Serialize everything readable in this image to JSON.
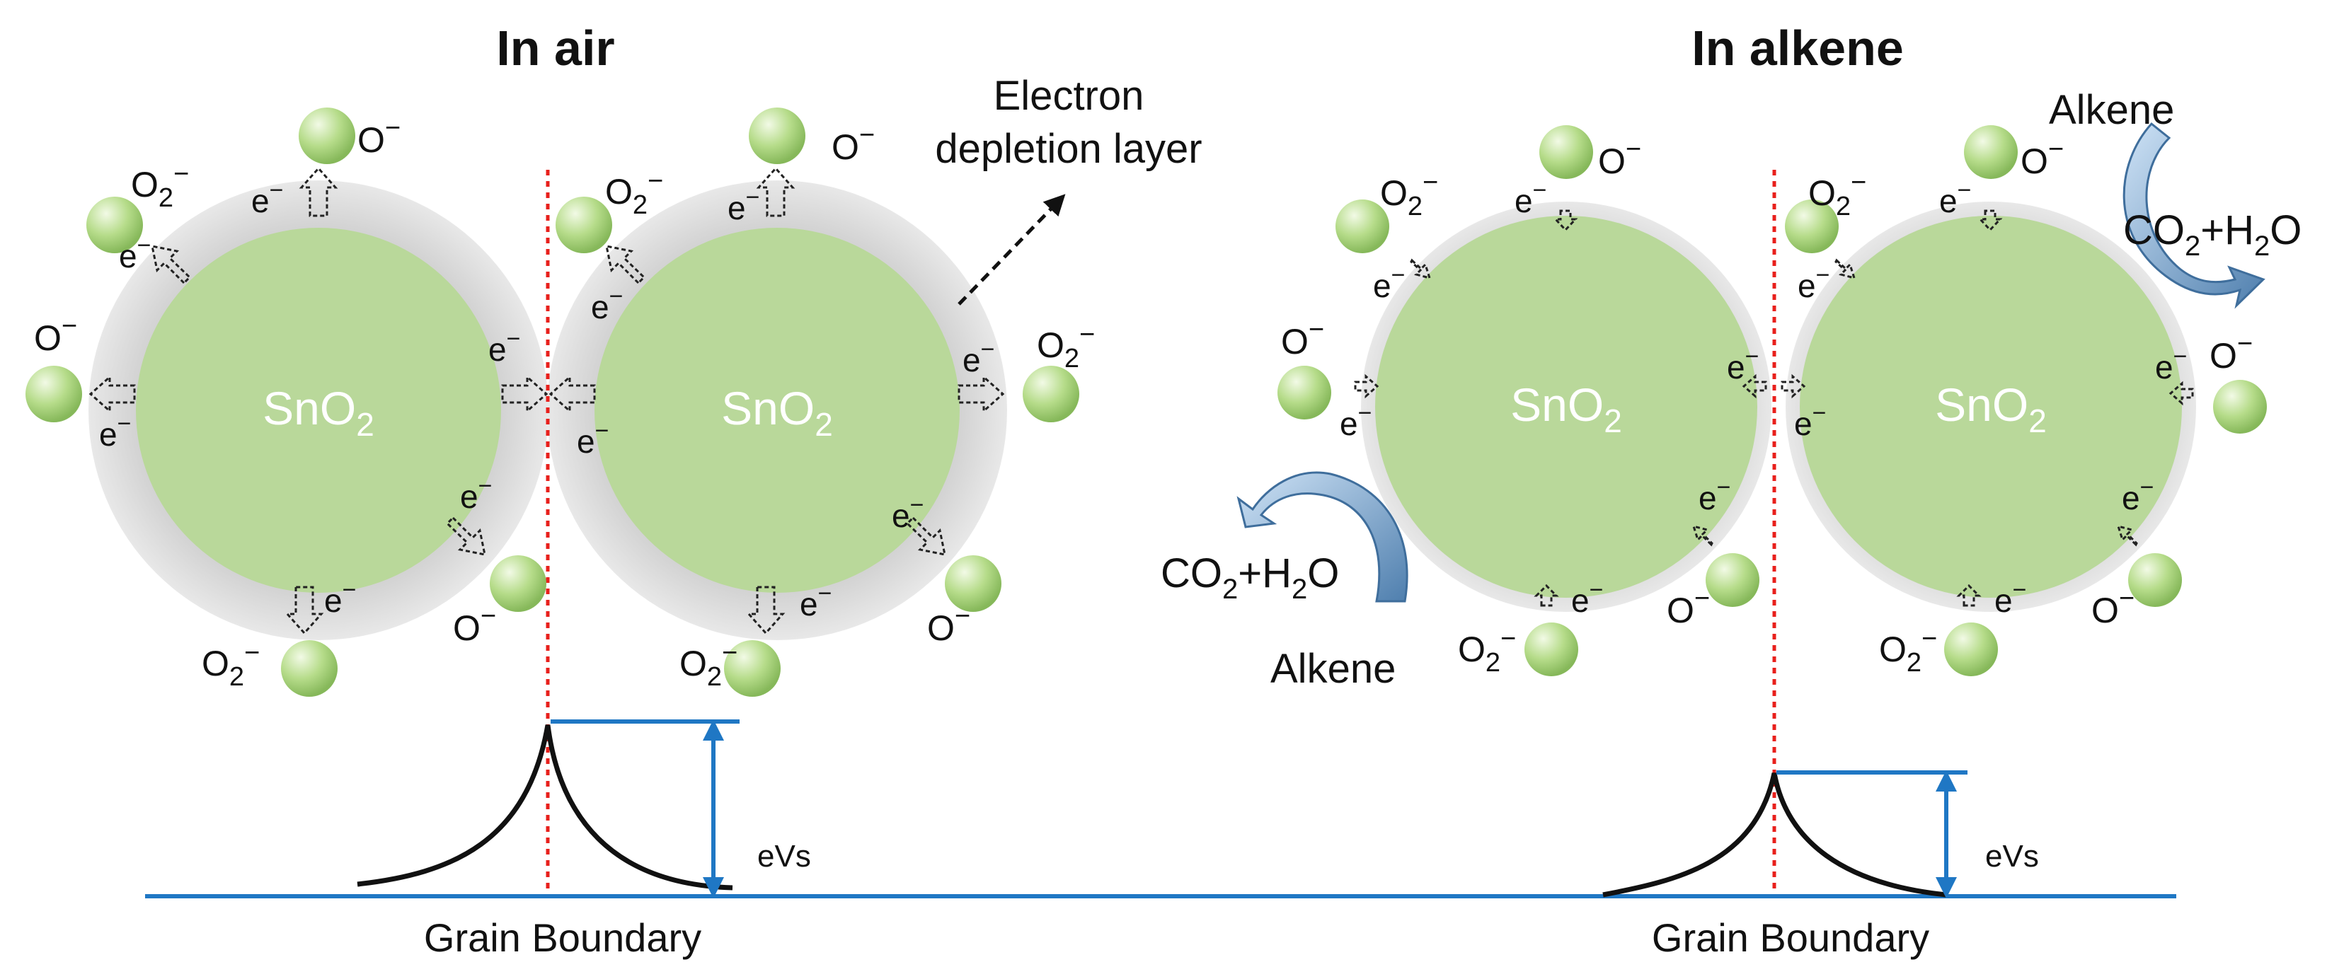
{
  "titles": {
    "air": "In air",
    "alkene": "In alkene"
  },
  "grain_label": "SnO",
  "grain_subscript": "2",
  "electron_label": "e",
  "charge": "−",
  "oxygen_O": "O",
  "oxygen_O2": "O",
  "o2_subscript": "2",
  "depletion_label_1": "Electron",
  "depletion_label_2": "depletion layer",
  "alkene_label": "Alkene",
  "product_co": "CO",
  "product_h": "+H",
  "product_o": "O",
  "product_sub": "2",
  "grain_boundary": "Grain Boundary",
  "barrier_label": "eVs",
  "colors": {
    "grain": "#b9d89a",
    "shell": "#d6d6d6",
    "baseline": "#1f77c4",
    "boundary": "#e8201c",
    "flow_arrow": "#5b8fc4",
    "ball": "#a9d27a"
  }
}
